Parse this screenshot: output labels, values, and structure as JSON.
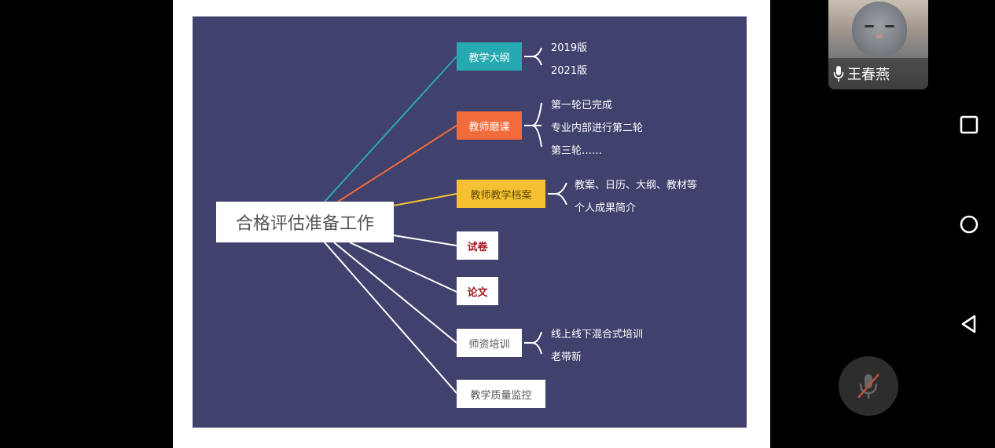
{
  "slide": {
    "root_label": "合格评估准备工作",
    "branches": [
      {
        "label": "教学大纲",
        "color": "#27a9b2",
        "leaves": [
          "2019版",
          "2021版"
        ]
      },
      {
        "label": "教师磨课",
        "color": "#f26b3a",
        "leaves": [
          "第一轮已完成",
          "专业内部进行第二轮",
          "第三轮……"
        ]
      },
      {
        "label": "教师教学档案",
        "color": "#f5c133",
        "leaves": [
          "教案、日历、大纲、教材等",
          "个人成果简介"
        ]
      },
      {
        "label": "试卷",
        "color": "#ffffff",
        "leaves": []
      },
      {
        "label": "论文",
        "color": "#ffffff",
        "leaves": []
      },
      {
        "label": "师资培训",
        "color": "#ffffff",
        "leaves": [
          "线上线下混合式培训",
          "老带新"
        ]
      },
      {
        "label": "教学质量监控",
        "color": "#ffffff",
        "leaves": []
      }
    ]
  },
  "participant": {
    "name": "王春燕",
    "mic_icon": "mic-icon"
  },
  "controls": {
    "mute_icon": "mic-muted-icon",
    "nav": [
      "recent-apps-icon",
      "home-icon",
      "back-icon"
    ]
  }
}
